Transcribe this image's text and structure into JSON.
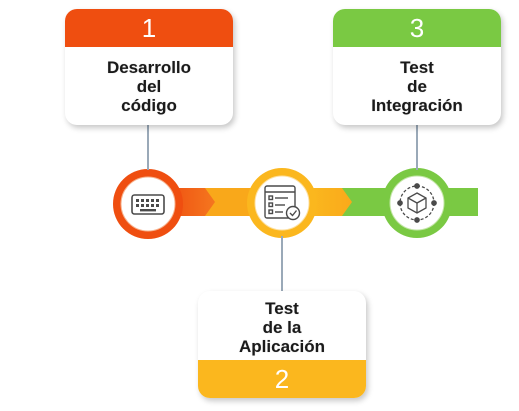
{
  "steps": [
    {
      "number": "1",
      "label": "Desarrollo del código",
      "lines": [
        "Desarrollo",
        "del",
        "código"
      ],
      "color": "#ef4e10",
      "icon": "keyboard-icon"
    },
    {
      "number": "2",
      "label": "Test de la Aplicación",
      "lines": [
        "Test",
        "de la",
        "Aplicación"
      ],
      "color": "#fbb71e",
      "icon": "checklist-icon"
    },
    {
      "number": "3",
      "label": "Test de Integración",
      "lines": [
        "Test",
        "de",
        "Integración"
      ],
      "color": "#7ac943",
      "icon": "integration-network-icon"
    }
  ]
}
